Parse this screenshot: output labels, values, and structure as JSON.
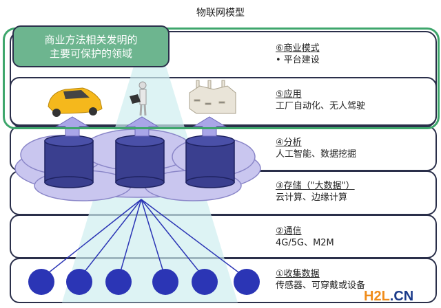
{
  "title": "物联网模型",
  "highlight_label": [
    "商业方法相关发明的",
    "主要可保护的领域"
  ],
  "layers": [
    {
      "heading": "⑥商业模式",
      "detail": "•  平台建设"
    },
    {
      "heading": "⑤应用",
      "detail": "工厂自动化、无人驾驶"
    },
    {
      "heading": "④分析",
      "detail": "人工智能、数据挖掘"
    },
    {
      "heading": "③存储（\"大数据\"）",
      "detail": "云计算、边缘计算"
    },
    {
      "heading": "②通信",
      "detail": "4G/5G、M2M"
    },
    {
      "heading": "①收集数据",
      "detail": "传感器、可穿戴或设备"
    }
  ],
  "watermark": {
    "a": "H2L",
    "b": ".CN"
  },
  "colors": {
    "green": "#3ea66c",
    "label_fill": "#6db58f",
    "cylinder": "#3a3f8f",
    "sensor": "#2b35b5",
    "cloud": "#c9c6ef"
  }
}
